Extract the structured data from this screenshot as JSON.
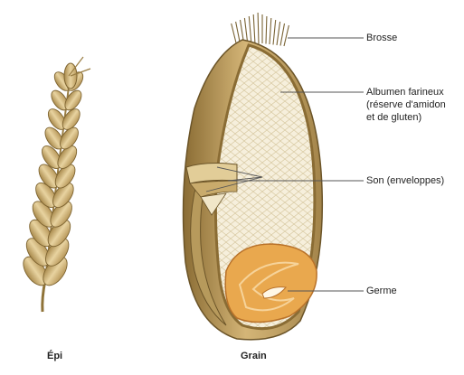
{
  "captions": {
    "ear": "Épi",
    "grain": "Grain"
  },
  "labels": {
    "brush": "Brosse",
    "endosperm": [
      "Albumen farineux",
      "(réserve d'amidon",
      "et de gluten)"
    ],
    "bran": "Son (enveloppes)",
    "germ": "Germe"
  },
  "colors": {
    "hull": "#c7a868",
    "hull_dark": "#8f7338",
    "endosperm": "#f4ecd6",
    "germ": "#e6a24a",
    "line": "#555555"
  }
}
